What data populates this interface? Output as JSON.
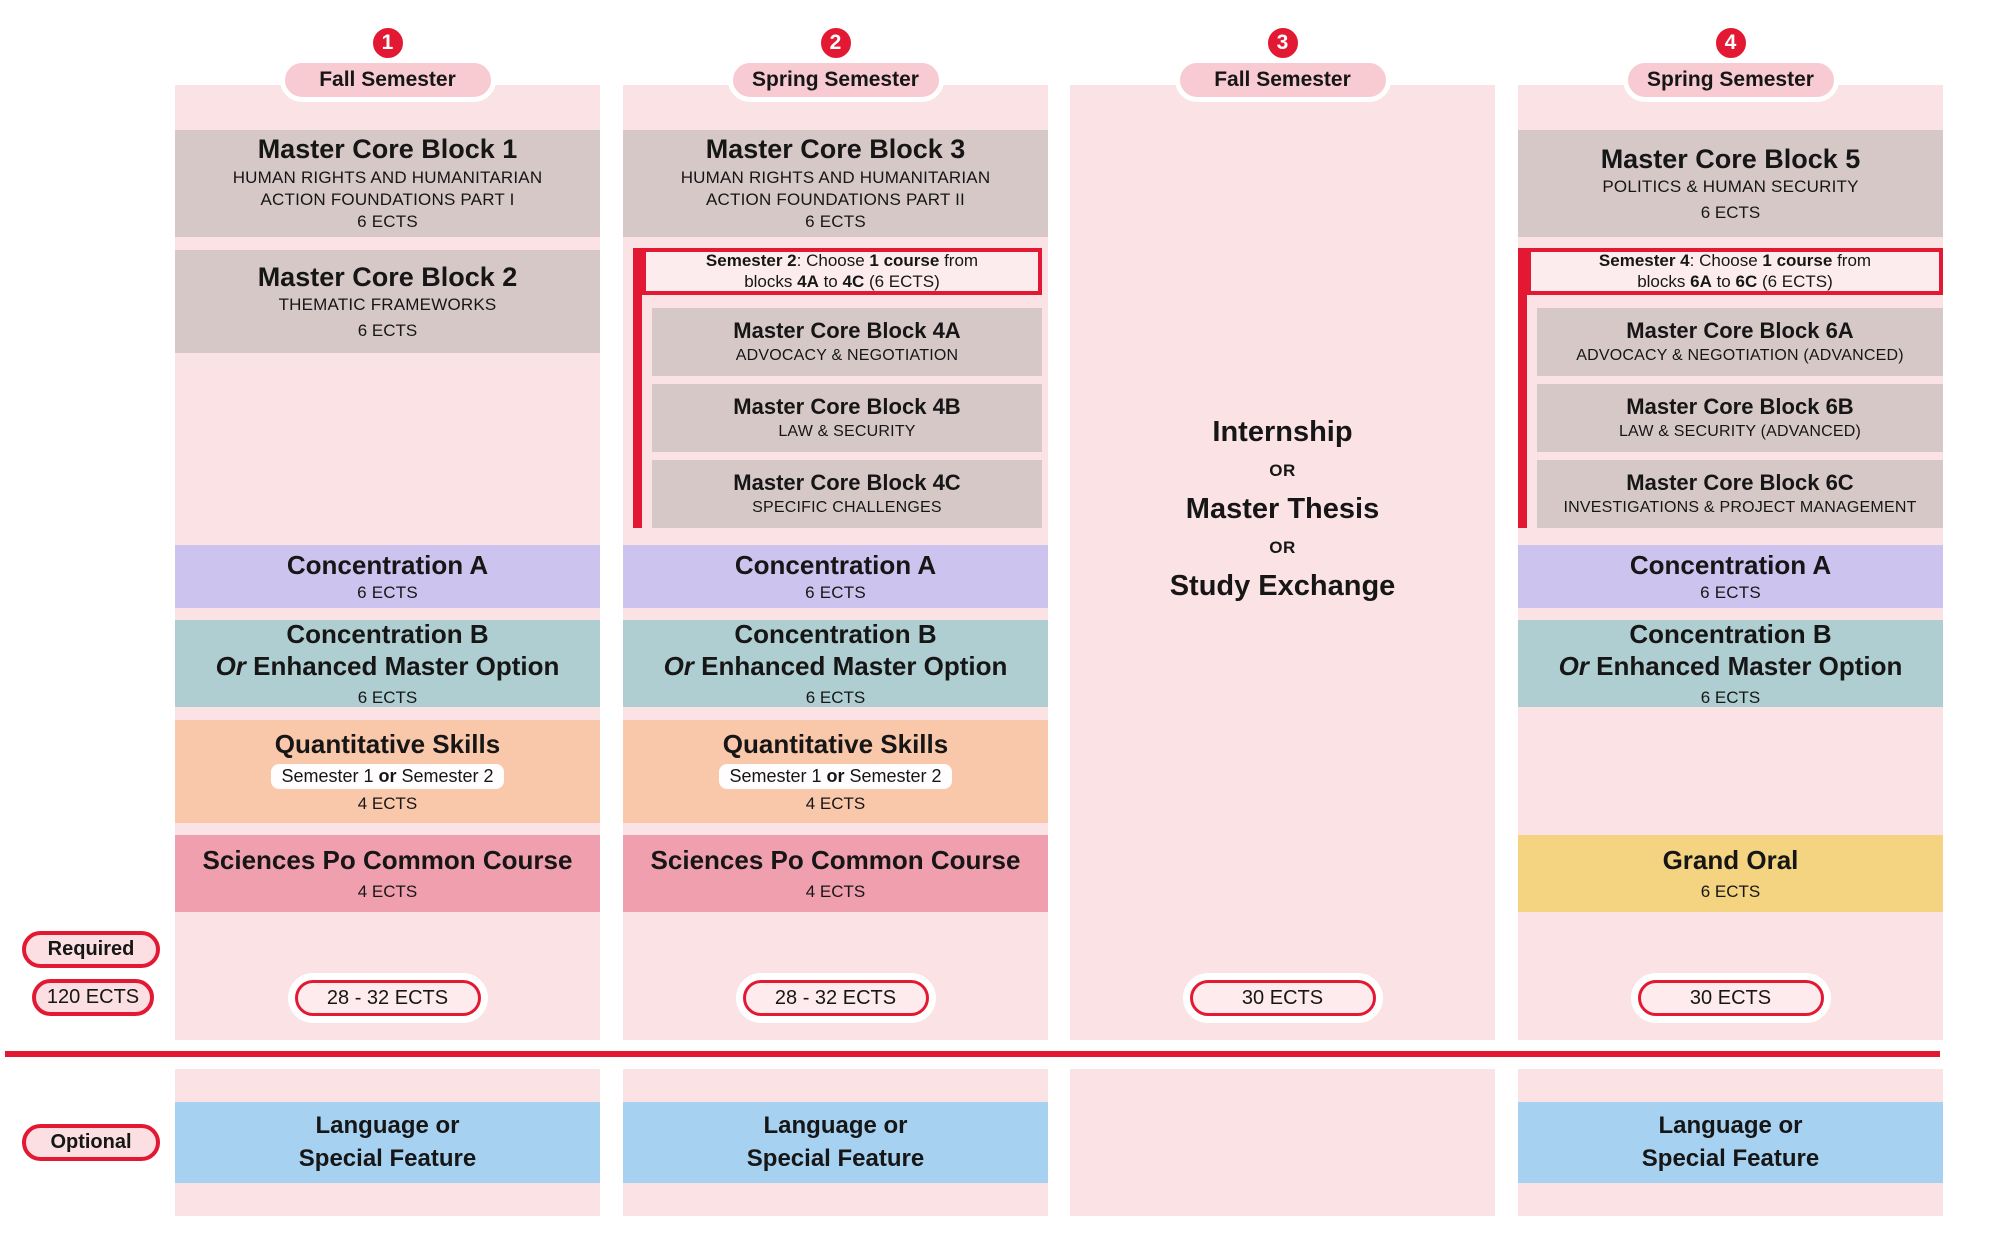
{
  "colors": {
    "red": "#e31934",
    "col-bg": "#fbe2e5",
    "block": "#d7c8c8",
    "lavender": "#ccc3ee",
    "teal": "#afced2",
    "peach": "#f9c7a9",
    "rose": "#ef9fad",
    "yellow": "#f4d381",
    "blue": "#a7d1f1",
    "pill-pink": "#f8cbd3",
    "note-bg": "#fdecee",
    "ink": "#161616"
  },
  "legend": {
    "required": "Required",
    "total": "120 ECTS",
    "optional": "Optional"
  },
  "shared": {
    "concA": {
      "title": "Concentration A",
      "ects": "6 ECTS"
    },
    "concB": {
      "title": "Concentration B",
      "or": "Or",
      "rest": " Enhanced Master Option",
      "ects": "6 ECTS"
    },
    "quant": {
      "title": "Quantitative Skills",
      "sem_a": "Semester 1 ",
      "or": "or",
      "sem_b": " Semester 2",
      "ects": "4 ECTS"
    },
    "common": {
      "title": "Sciences Po Common Course",
      "ects": "4 ECTS"
    },
    "optional_block": {
      "line1": "Language or",
      "line2": "Special Feature"
    }
  },
  "columns": [
    {
      "number": "1",
      "semester": "Fall Semester",
      "ects": "28 - 32 ECTS",
      "mcb_top": {
        "title": "Master Core Block 1",
        "sub1": "HUMAN RIGHTS AND HUMANITARIAN",
        "sub2": "ACTION FOUNDATIONS PART I",
        "ects": "6 ECTS"
      },
      "mcb2": {
        "title": "Master Core Block 2",
        "sub1": "THEMATIC FRAMEWORKS",
        "ects": "6 ECTS"
      }
    },
    {
      "number": "2",
      "semester": "Spring Semester",
      "ects": "28 - 32 ECTS",
      "mcb_top": {
        "title": "Master Core Block 3",
        "sub1": "HUMAN RIGHTS AND HUMANITARIAN",
        "sub2": "ACTION FOUNDATIONS PART II",
        "ects": "6 ECTS"
      },
      "note": {
        "s1": "Semester 2",
        "s2": ": Choose ",
        "s3": "1 course",
        "s4": " from",
        "s5": "blocks ",
        "s6": "4A",
        "s7": " to ",
        "s8": "4C",
        "s9": " (6 ECTS)"
      },
      "sub_blocks": [
        {
          "title": "Master Core Block 4A",
          "sub": "ADVOCACY & NEGOTIATION"
        },
        {
          "title": "Master Core Block 4B",
          "sub": "LAW & SECURITY"
        },
        {
          "title": "Master Core Block 4C",
          "sub": "SPECIFIC CHALLENGES"
        }
      ]
    },
    {
      "number": "3",
      "semester": "Fall Semester",
      "ects": "30 ECTS",
      "or_label": "OR",
      "options": [
        "Internship",
        "Master Thesis",
        "Study Exchange"
      ]
    },
    {
      "number": "4",
      "semester": "Spring Semester",
      "ects": "30 ECTS",
      "mcb_top": {
        "title": "Master Core Block 5",
        "sub1": "POLITICS & HUMAN SECURITY",
        "ects": "6 ECTS"
      },
      "note": {
        "s1": "Semester 4",
        "s2": ": Choose ",
        "s3": "1 course",
        "s4": " from",
        "s5": "blocks ",
        "s6": "6A",
        "s7": " to ",
        "s8": "6C",
        "s9": " (6 ECTS)"
      },
      "sub_blocks": [
        {
          "title": "Master Core Block 6A",
          "sub": "ADVOCACY & NEGOTIATION (ADVANCED)"
        },
        {
          "title": "Master Core Block 6B",
          "sub": "LAW & SECURITY (ADVANCED)"
        },
        {
          "title": "Master Core Block 6C",
          "sub": "INVESTIGATIONS & PROJECT MANAGEMENT"
        }
      ],
      "grand": {
        "title": "Grand Oral",
        "ects": "6 ECTS"
      }
    }
  ]
}
